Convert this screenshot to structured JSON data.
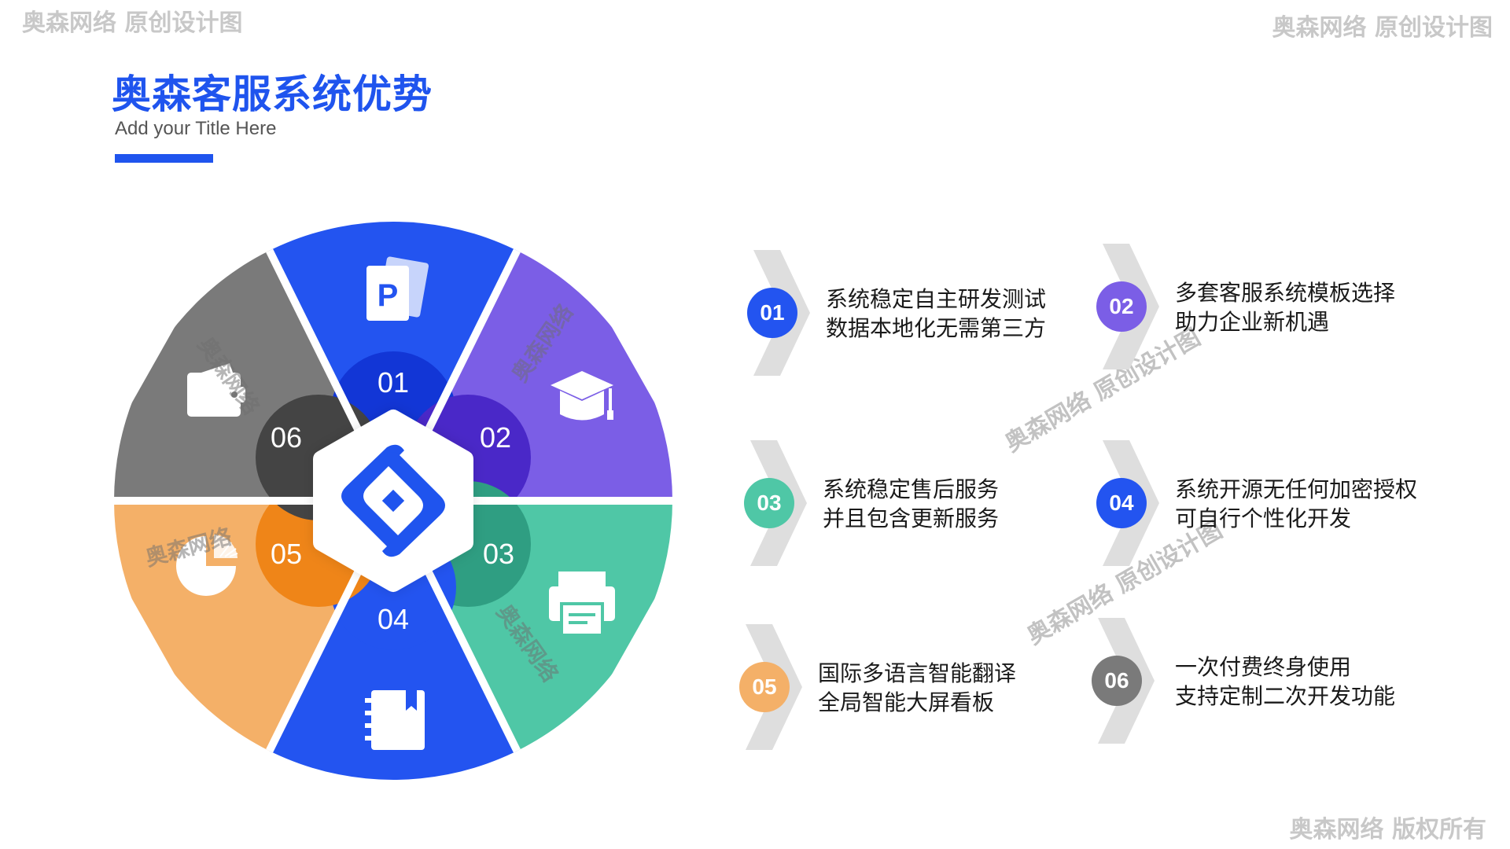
{
  "watermarks": {
    "top_left": "奥森网络 原创设计图",
    "top_right": "奥森网络 原创设计图",
    "bottom_right": "奥森网络 版权所有",
    "mid_1": "奥森网络 原创设计图",
    "mid_2": "奥森网络 原创设计图",
    "wheel": "奥森网络"
  },
  "header": {
    "title": "奥森客服系统优势",
    "subtitle": "Add your Title Here"
  },
  "colors": {
    "accent": "#1f54ee",
    "c01": "#2354f0",
    "c02": "#7b5ee6",
    "c03": "#4fc7a6",
    "c04": "#2354f0",
    "c05": "#f4b068",
    "c06": "#7a7a7a"
  },
  "wheel": {
    "segments": [
      {
        "number": "01",
        "icon": "presentation-document-icon"
      },
      {
        "number": "02",
        "icon": "graduation-cap-icon"
      },
      {
        "number": "03",
        "icon": "printer-icon"
      },
      {
        "number": "04",
        "icon": "notebook-icon"
      },
      {
        "number": "05",
        "icon": "pie-chart-icon"
      },
      {
        "number": "06",
        "icon": "wallet-icon"
      }
    ],
    "center_icon": "logo-icon"
  },
  "features": [
    {
      "number": "01",
      "line1": "系统稳定自主研发测试",
      "line2": "数据本地化无需第三方",
      "color": "#2354f0"
    },
    {
      "number": "02",
      "line1": "多套客服系统模板选择",
      "line2": "助力企业新机遇",
      "color": "#7b5ee6"
    },
    {
      "number": "03",
      "line1": "系统稳定售后服务",
      "line2": "并且包含更新服务",
      "color": "#4fc7a6"
    },
    {
      "number": "04",
      "line1": "系统开源无任何加密授权",
      "line2": "可自行个性化开发",
      "color": "#2354f0"
    },
    {
      "number": "05",
      "line1": "国际多语言智能翻译",
      "line2": "全局智能大屏看板",
      "color": "#f4b068"
    },
    {
      "number": "06",
      "line1": "一次付费终身使用",
      "line2": "支持定制二次开发功能",
      "color": "#7a7a7a"
    }
  ]
}
